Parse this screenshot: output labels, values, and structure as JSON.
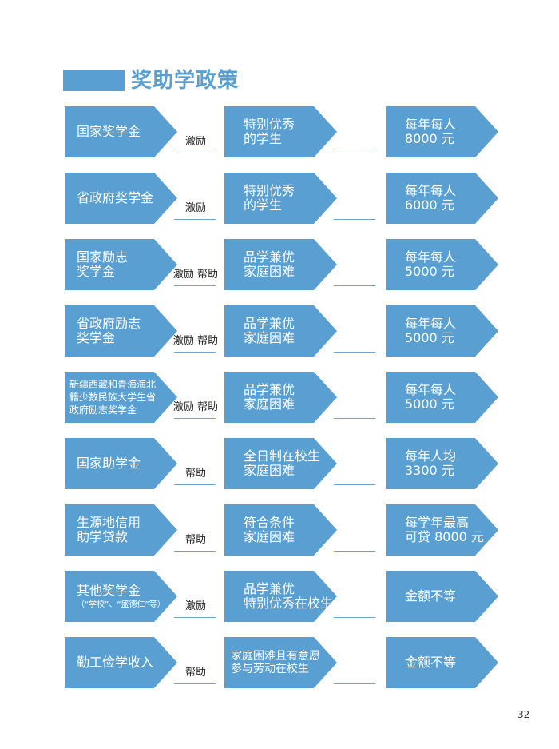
{
  "title": "奖助学政策",
  "colors": {
    "accent": "#5a9fd2",
    "text": "#222222"
  },
  "page_number": "32",
  "rows": [
    {
      "name": [
        "国家奖学金"
      ],
      "sub": "",
      "action": "激励",
      "target": [
        "特别优秀",
        "的学生"
      ],
      "amount": [
        "每年每人",
        "8000 元"
      ]
    },
    {
      "name": [
        "省政府奖学金"
      ],
      "sub": "",
      "action": "激励",
      "target": [
        "特别优秀",
        "的学生"
      ],
      "amount": [
        "每年每人",
        "6000 元"
      ]
    },
    {
      "name": [
        "国家励志",
        "奖学金"
      ],
      "sub": "",
      "action": "激励 帮助",
      "target": [
        "品学兼优",
        "家庭困难"
      ],
      "amount": [
        "每年每人",
        "5000 元"
      ]
    },
    {
      "name": [
        "省政府励志",
        "奖学金"
      ],
      "sub": "",
      "action": "激励 帮助",
      "target": [
        "品学兼优",
        "家庭困难"
      ],
      "amount": [
        "每年每人",
        "5000 元"
      ]
    },
    {
      "name": [
        "新疆西藏和青海海北",
        "籍少数民族大学生省",
        "政府励志奖学金"
      ],
      "sub": "",
      "action": "激励 帮助",
      "target": [
        "品学兼优",
        "家庭困难"
      ],
      "amount": [
        "每年每人",
        "5000 元"
      ]
    },
    {
      "name": [
        "国家助学金"
      ],
      "sub": "",
      "action": "帮助",
      "target": [
        "全日制在校生",
        "家庭困难"
      ],
      "amount": [
        "每年人均",
        "3300 元"
      ]
    },
    {
      "name": [
        "生源地信用",
        "助学贷款"
      ],
      "sub": "",
      "action": "帮助",
      "target": [
        "符合条件",
        "家庭困难"
      ],
      "amount": [
        "每学年最高",
        "可贷 8000 元"
      ]
    },
    {
      "name": [
        "其他奖学金"
      ],
      "sub": "（“学校”、“盛德仁”等）",
      "action": "激励",
      "target": [
        "品学兼优",
        "特别优秀在校生"
      ],
      "amount": [
        "金额不等"
      ]
    },
    {
      "name": [
        "勤工俭学收入"
      ],
      "sub": "",
      "action": "帮助",
      "target": [
        "家庭困难且有意愿",
        "参与劳动在校生"
      ],
      "amount": [
        "金额不等"
      ]
    }
  ]
}
